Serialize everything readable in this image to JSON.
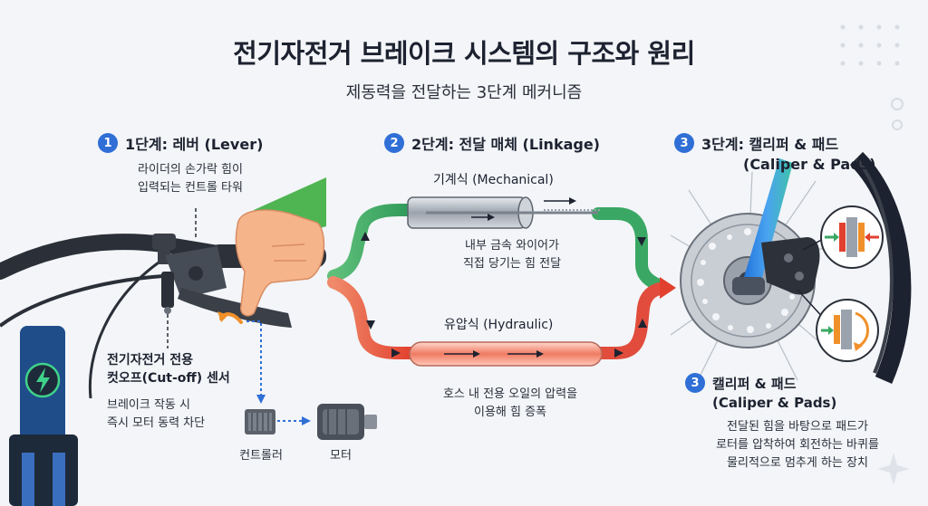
{
  "title": "전기자전거 브레이크 시스템의 구조와 원리",
  "subtitle": "제동력을 전달하는 3단계 메커니즘",
  "step1": {
    "number": "1",
    "heading": "1단계: 레버 (Lever)",
    "desc_line1": "라이더의 손가락 힘이",
    "desc_line2": "입력되는 컨트롤 타워"
  },
  "cutoff": {
    "heading_line1": "전기자전거 전용",
    "heading_line2": "컷오프(Cut-off) 센서",
    "desc_line1": "브레이크 작동 시",
    "desc_line2": "즉시 모터 동력 차단",
    "controller_label": "컨트롤러",
    "motor_label": "모터"
  },
  "step2": {
    "number": "2",
    "heading": "2단계: 전달 매체 (Linkage)",
    "mechanical": {
      "title": "기계식 (Mechanical)",
      "desc_line1": "내부 금속 와이어가",
      "desc_line2": "직접 당기는 힘 전달"
    },
    "hydraulic": {
      "title": "유압식 (Hydraulic)",
      "desc_line1": "호스 내 전용 오일의 압력을",
      "desc_line2": "이용해 힘 증폭"
    }
  },
  "step3": {
    "number": "3",
    "heading_line1": "3단계: 캘리퍼 & 패드",
    "heading_line2": "(Caliper & Pads)",
    "sub_number": "3",
    "sub_heading_line1": "캘리퍼 & 패드",
    "sub_heading_line2": "(Caliper & Pads)",
    "desc_line1": "전달된 힘을 바탕으로 패드가",
    "desc_line2": "로터를 압착하여 회전하는 바퀴를",
    "desc_line3": "물리적으로 멈추게 하는 장치"
  },
  "colors": {
    "accent_blue": "#2f6fd6",
    "mechanical_green": "#3aa864",
    "hydraulic_red": "#e14c3c",
    "hand_skin": "#f6b48a",
    "sleeve_green": "#4fb552",
    "sensor_orange": "#f0902a"
  }
}
